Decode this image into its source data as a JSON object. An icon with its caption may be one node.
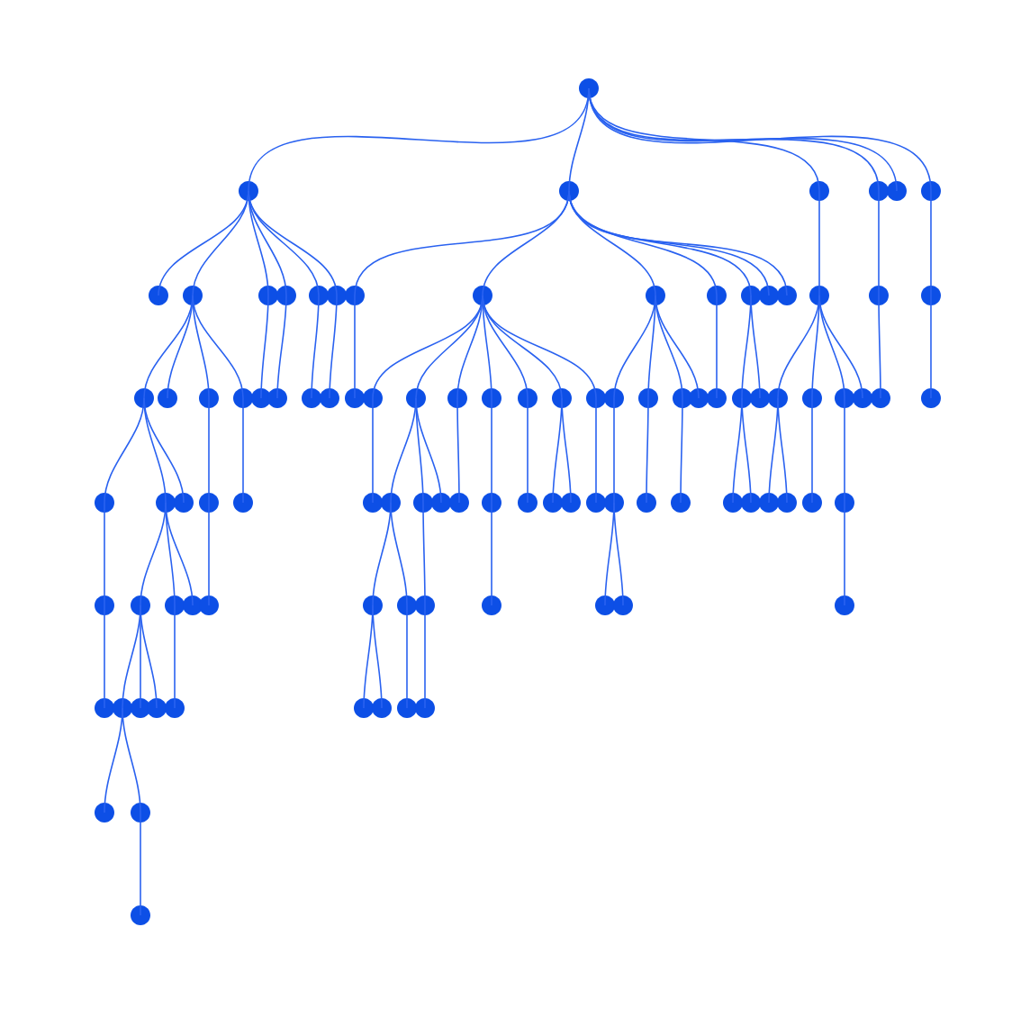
{
  "diagram": {
    "nodes": [
      {
        "text": [],
        "shape": "circle"
      },
      {
        "text": [],
        "shape": "circle"
      },
      {
        "text": [],
        "shape": "circle"
      },
      {
        "text": [],
        "shape": "circle"
      },
      {
        "text": [],
        "shape": "circle"
      },
      {
        "text": [],
        "shape": "circle"
      },
      {
        "text": [],
        "shape": "circle"
      },
      {
        "text": [],
        "shape": "circle"
      },
      {
        "text": [],
        "shape": "circle"
      },
      {
        "text": [],
        "shape": "circle"
      },
      {
        "text": [],
        "shape": "circle"
      },
      {
        "text": [],
        "shape": "circle"
      },
      {
        "text": [],
        "shape": "circle"
      },
      {
        "text": [],
        "shape": "circle"
      },
      {
        "text": [],
        "shape": "circle"
      },
      {
        "text": [],
        "shape": "circle"
      },
      {
        "text": [],
        "shape": "circle"
      },
      {
        "text": [],
        "shape": "circle"
      },
      {
        "text": [],
        "shape": "circle"
      },
      {
        "text": [],
        "shape": "circle"
      },
      {
        "text": [],
        "shape": "circle"
      },
      {
        "text": [],
        "shape": "circle"
      },
      {
        "text": [],
        "shape": "circle"
      },
      {
        "text": [],
        "shape": "circle"
      },
      {
        "text": [],
        "shape": "circle"
      },
      {
        "text": [],
        "shape": "circle"
      },
      {
        "text": [],
        "shape": "circle"
      },
      {
        "text": [],
        "shape": "circle"
      },
      {
        "text": [],
        "shape": "circle"
      },
      {
        "text": [],
        "shape": "circle"
      },
      {
        "text": [],
        "shape": "circle"
      },
      {
        "text": [],
        "shape": "circle"
      },
      {
        "text": [],
        "shape": "circle"
      },
      {
        "text": [],
        "shape": "circle"
      },
      {
        "text": [],
        "shape": "circle"
      },
      {
        "text": [],
        "shape": "circle"
      },
      {
        "text": [],
        "shape": "circle"
      },
      {
        "text": [],
        "shape": "circle"
      },
      {
        "text": [],
        "shape": "circle"
      },
      {
        "text": [],
        "shape": "circle"
      },
      {
        "text": [],
        "shape": "circle"
      },
      {
        "text": [],
        "shape": "circle"
      },
      {
        "text": [],
        "shape": "circle"
      },
      {
        "text": [],
        "shape": "circle"
      },
      {
        "text": [],
        "shape": "circle"
      },
      {
        "text": [],
        "shape": "circle"
      },
      {
        "text": [],
        "shape": "circle"
      },
      {
        "text": [],
        "shape": "circle"
      },
      {
        "text": [],
        "shape": "circle"
      },
      {
        "text": [],
        "shape": "circle"
      },
      {
        "text": [],
        "shape": "circle"
      },
      {
        "text": [],
        "shape": "circle"
      },
      {
        "text": [],
        "shape": "circle"
      },
      {
        "text": [],
        "shape": "circle"
      },
      {
        "text": [],
        "shape": "circle"
      },
      {
        "text": [],
        "shape": "circle"
      },
      {
        "text": [],
        "shape": "circle"
      },
      {
        "text": [],
        "shape": "circle"
      },
      {
        "text": [],
        "shape": "circle"
      },
      {
        "text": [],
        "shape": "circle"
      },
      {
        "text": [],
        "shape": "circle"
      },
      {
        "text": [],
        "shape": "circle"
      },
      {
        "text": [],
        "shape": "circle"
      },
      {
        "text": [],
        "shape": "circle"
      },
      {
        "text": [],
        "shape": "circle"
      },
      {
        "text": [],
        "shape": "circle"
      },
      {
        "text": [],
        "shape": "circle"
      },
      {
        "text": [],
        "shape": "circle"
      },
      {
        "text": [],
        "shape": "circle"
      },
      {
        "text": [],
        "shape": "circle"
      },
      {
        "text": [],
        "shape": "circle"
      },
      {
        "text": [],
        "shape": "circle"
      },
      {
        "text": [],
        "shape": "circle"
      },
      {
        "text": [],
        "shape": "circle"
      },
      {
        "text": [],
        "shape": "circle"
      },
      {
        "text": [],
        "shape": "circle"
      },
      {
        "text": [],
        "shape": "circle"
      },
      {
        "text": [],
        "shape": "circle"
      },
      {
        "text": [],
        "shape": "circle"
      },
      {
        "text": [],
        "shape": "circle"
      },
      {
        "text": [],
        "shape": "circle"
      },
      {
        "text": [],
        "shape": "circle"
      },
      {
        "text": [],
        "shape": "circle"
      },
      {
        "text": [],
        "shape": "circle"
      },
      {
        "text": [],
        "shape": "circle"
      },
      {
        "text": [],
        "shape": "circle"
      },
      {
        "text": [],
        "shape": "circle"
      },
      {
        "text": [],
        "shape": "circle"
      },
      {
        "text": [],
        "shape": "circle"
      },
      {
        "text": [],
        "shape": "circle"
      },
      {
        "text": [],
        "shape": "circle"
      },
      {
        "text": [],
        "shape": "circle"
      },
      {
        "text": [],
        "shape": "circle"
      },
      {
        "text": [],
        "shape": "circle"
      },
      {
        "text": [],
        "shape": "circle"
      },
      {
        "text": [],
        "shape": "circle"
      },
      {
        "text": [],
        "shape": "circle"
      },
      {
        "text": [],
        "shape": "circle"
      },
      {
        "text": [],
        "shape": "circle"
      },
      {
        "text": [],
        "shape": "circle"
      }
    ],
    "edges": [
      {
        "from": 0,
        "to": 1,
        "arrow": "none"
      },
      {
        "from": 0,
        "to": 2,
        "arrow": "none"
      },
      {
        "from": 0,
        "to": 3,
        "arrow": "none"
      },
      {
        "from": 0,
        "to": 4,
        "arrow": "none"
      },
      {
        "from": 0,
        "to": 5,
        "arrow": "none"
      },
      {
        "from": 0,
        "to": 6,
        "arrow": "none"
      },
      {
        "from": 1,
        "to": 7,
        "arrow": "none"
      },
      {
        "from": 1,
        "to": 8,
        "arrow": "none"
      },
      {
        "from": 1,
        "to": 9,
        "arrow": "none"
      },
      {
        "from": 1,
        "to": 10,
        "arrow": "none"
      },
      {
        "from": 1,
        "to": 11,
        "arrow": "none"
      },
      {
        "from": 1,
        "to": 12,
        "arrow": "none"
      },
      {
        "from": 2,
        "to": 13,
        "arrow": "none"
      },
      {
        "from": 2,
        "to": 14,
        "arrow": "none"
      },
      {
        "from": 2,
        "to": 15,
        "arrow": "none"
      },
      {
        "from": 2,
        "to": 16,
        "arrow": "none"
      },
      {
        "from": 2,
        "to": 17,
        "arrow": "none"
      },
      {
        "from": 2,
        "to": 18,
        "arrow": "none"
      },
      {
        "from": 2,
        "to": 19,
        "arrow": "none"
      },
      {
        "from": 3,
        "to": 20,
        "arrow": "none"
      },
      {
        "from": 4,
        "to": 21,
        "arrow": "none"
      },
      {
        "from": 6,
        "to": 22,
        "arrow": "none"
      },
      {
        "from": 8,
        "to": 23,
        "arrow": "none"
      },
      {
        "from": 8,
        "to": 24,
        "arrow": "none"
      },
      {
        "from": 8,
        "to": 25,
        "arrow": "none"
      },
      {
        "from": 8,
        "to": 26,
        "arrow": "none"
      },
      {
        "from": 9,
        "to": 27,
        "arrow": "none"
      },
      {
        "from": 10,
        "to": 28,
        "arrow": "none"
      },
      {
        "from": 11,
        "to": 29,
        "arrow": "none"
      },
      {
        "from": 12,
        "to": 30,
        "arrow": "none"
      },
      {
        "from": 13,
        "to": 31,
        "arrow": "none"
      },
      {
        "from": 14,
        "to": 32,
        "arrow": "none"
      },
      {
        "from": 14,
        "to": 33,
        "arrow": "none"
      },
      {
        "from": 14,
        "to": 34,
        "arrow": "none"
      },
      {
        "from": 14,
        "to": 35,
        "arrow": "none"
      },
      {
        "from": 14,
        "to": 36,
        "arrow": "none"
      },
      {
        "from": 14,
        "to": 37,
        "arrow": "none"
      },
      {
        "from": 14,
        "to": 38,
        "arrow": "none"
      },
      {
        "from": 15,
        "to": 39,
        "arrow": "none"
      },
      {
        "from": 15,
        "to": 40,
        "arrow": "none"
      },
      {
        "from": 15,
        "to": 41,
        "arrow": "none"
      },
      {
        "from": 15,
        "to": 42,
        "arrow": "none"
      },
      {
        "from": 16,
        "to": 43,
        "arrow": "none"
      },
      {
        "from": 17,
        "to": 44,
        "arrow": "none"
      },
      {
        "from": 17,
        "to": 45,
        "arrow": "none"
      },
      {
        "from": 20,
        "to": 46,
        "arrow": "none"
      },
      {
        "from": 20,
        "to": 47,
        "arrow": "none"
      },
      {
        "from": 20,
        "to": 48,
        "arrow": "none"
      },
      {
        "from": 20,
        "to": 49,
        "arrow": "none"
      },
      {
        "from": 21,
        "to": 50,
        "arrow": "none"
      },
      {
        "from": 22,
        "to": 51,
        "arrow": "none"
      },
      {
        "from": 23,
        "to": 52,
        "arrow": "none"
      },
      {
        "from": 23,
        "to": 53,
        "arrow": "none"
      },
      {
        "from": 23,
        "to": 54,
        "arrow": "none"
      },
      {
        "from": 25,
        "to": 55,
        "arrow": "none"
      },
      {
        "from": 26,
        "to": 56,
        "arrow": "none"
      },
      {
        "from": 32,
        "to": 57,
        "arrow": "none"
      },
      {
        "from": 33,
        "to": 58,
        "arrow": "none"
      },
      {
        "from": 33,
        "to": 59,
        "arrow": "none"
      },
      {
        "from": 33,
        "to": 60,
        "arrow": "none"
      },
      {
        "from": 34,
        "to": 61,
        "arrow": "none"
      },
      {
        "from": 35,
        "to": 62,
        "arrow": "none"
      },
      {
        "from": 36,
        "to": 63,
        "arrow": "none"
      },
      {
        "from": 37,
        "to": 64,
        "arrow": "none"
      },
      {
        "from": 37,
        "to": 65,
        "arrow": "none"
      },
      {
        "from": 38,
        "to": 66,
        "arrow": "none"
      },
      {
        "from": 39,
        "to": 67,
        "arrow": "none"
      },
      {
        "from": 40,
        "to": 68,
        "arrow": "none"
      },
      {
        "from": 41,
        "to": 69,
        "arrow": "none"
      },
      {
        "from": 44,
        "to": 70,
        "arrow": "none"
      },
      {
        "from": 44,
        "to": 71,
        "arrow": "none"
      },
      {
        "from": 46,
        "to": 72,
        "arrow": "none"
      },
      {
        "from": 46,
        "to": 73,
        "arrow": "none"
      },
      {
        "from": 47,
        "to": 74,
        "arrow": "none"
      },
      {
        "from": 48,
        "to": 75,
        "arrow": "none"
      },
      {
        "from": 52,
        "to": 76,
        "arrow": "none"
      },
      {
        "from": 53,
        "to": 77,
        "arrow": "none"
      },
      {
        "from": 53,
        "to": 78,
        "arrow": "none"
      },
      {
        "from": 53,
        "to": 79,
        "arrow": "none"
      },
      {
        "from": 55,
        "to": 80,
        "arrow": "none"
      },
      {
        "from": 58,
        "to": 81,
        "arrow": "none"
      },
      {
        "from": 58,
        "to": 82,
        "arrow": "none"
      },
      {
        "from": 59,
        "to": 83,
        "arrow": "none"
      },
      {
        "from": 62,
        "to": 84,
        "arrow": "none"
      },
      {
        "from": 67,
        "to": 85,
        "arrow": "none"
      },
      {
        "from": 67,
        "to": 86,
        "arrow": "none"
      },
      {
        "from": 75,
        "to": 87,
        "arrow": "none"
      },
      {
        "from": 76,
        "to": 88,
        "arrow": "none"
      },
      {
        "from": 77,
        "to": 89,
        "arrow": "none"
      },
      {
        "from": 77,
        "to": 90,
        "arrow": "none"
      },
      {
        "from": 77,
        "to": 91,
        "arrow": "none"
      },
      {
        "from": 78,
        "to": 92,
        "arrow": "none"
      },
      {
        "from": 81,
        "to": 93,
        "arrow": "none"
      },
      {
        "from": 81,
        "to": 94,
        "arrow": "none"
      },
      {
        "from": 82,
        "to": 95,
        "arrow": "none"
      },
      {
        "from": 83,
        "to": 96,
        "arrow": "none"
      },
      {
        "from": 89,
        "to": 97,
        "arrow": "none"
      },
      {
        "from": 89,
        "to": 98,
        "arrow": "none"
      },
      {
        "from": 98,
        "to": 99,
        "arrow": "none"
      }
    ]
  }
}
